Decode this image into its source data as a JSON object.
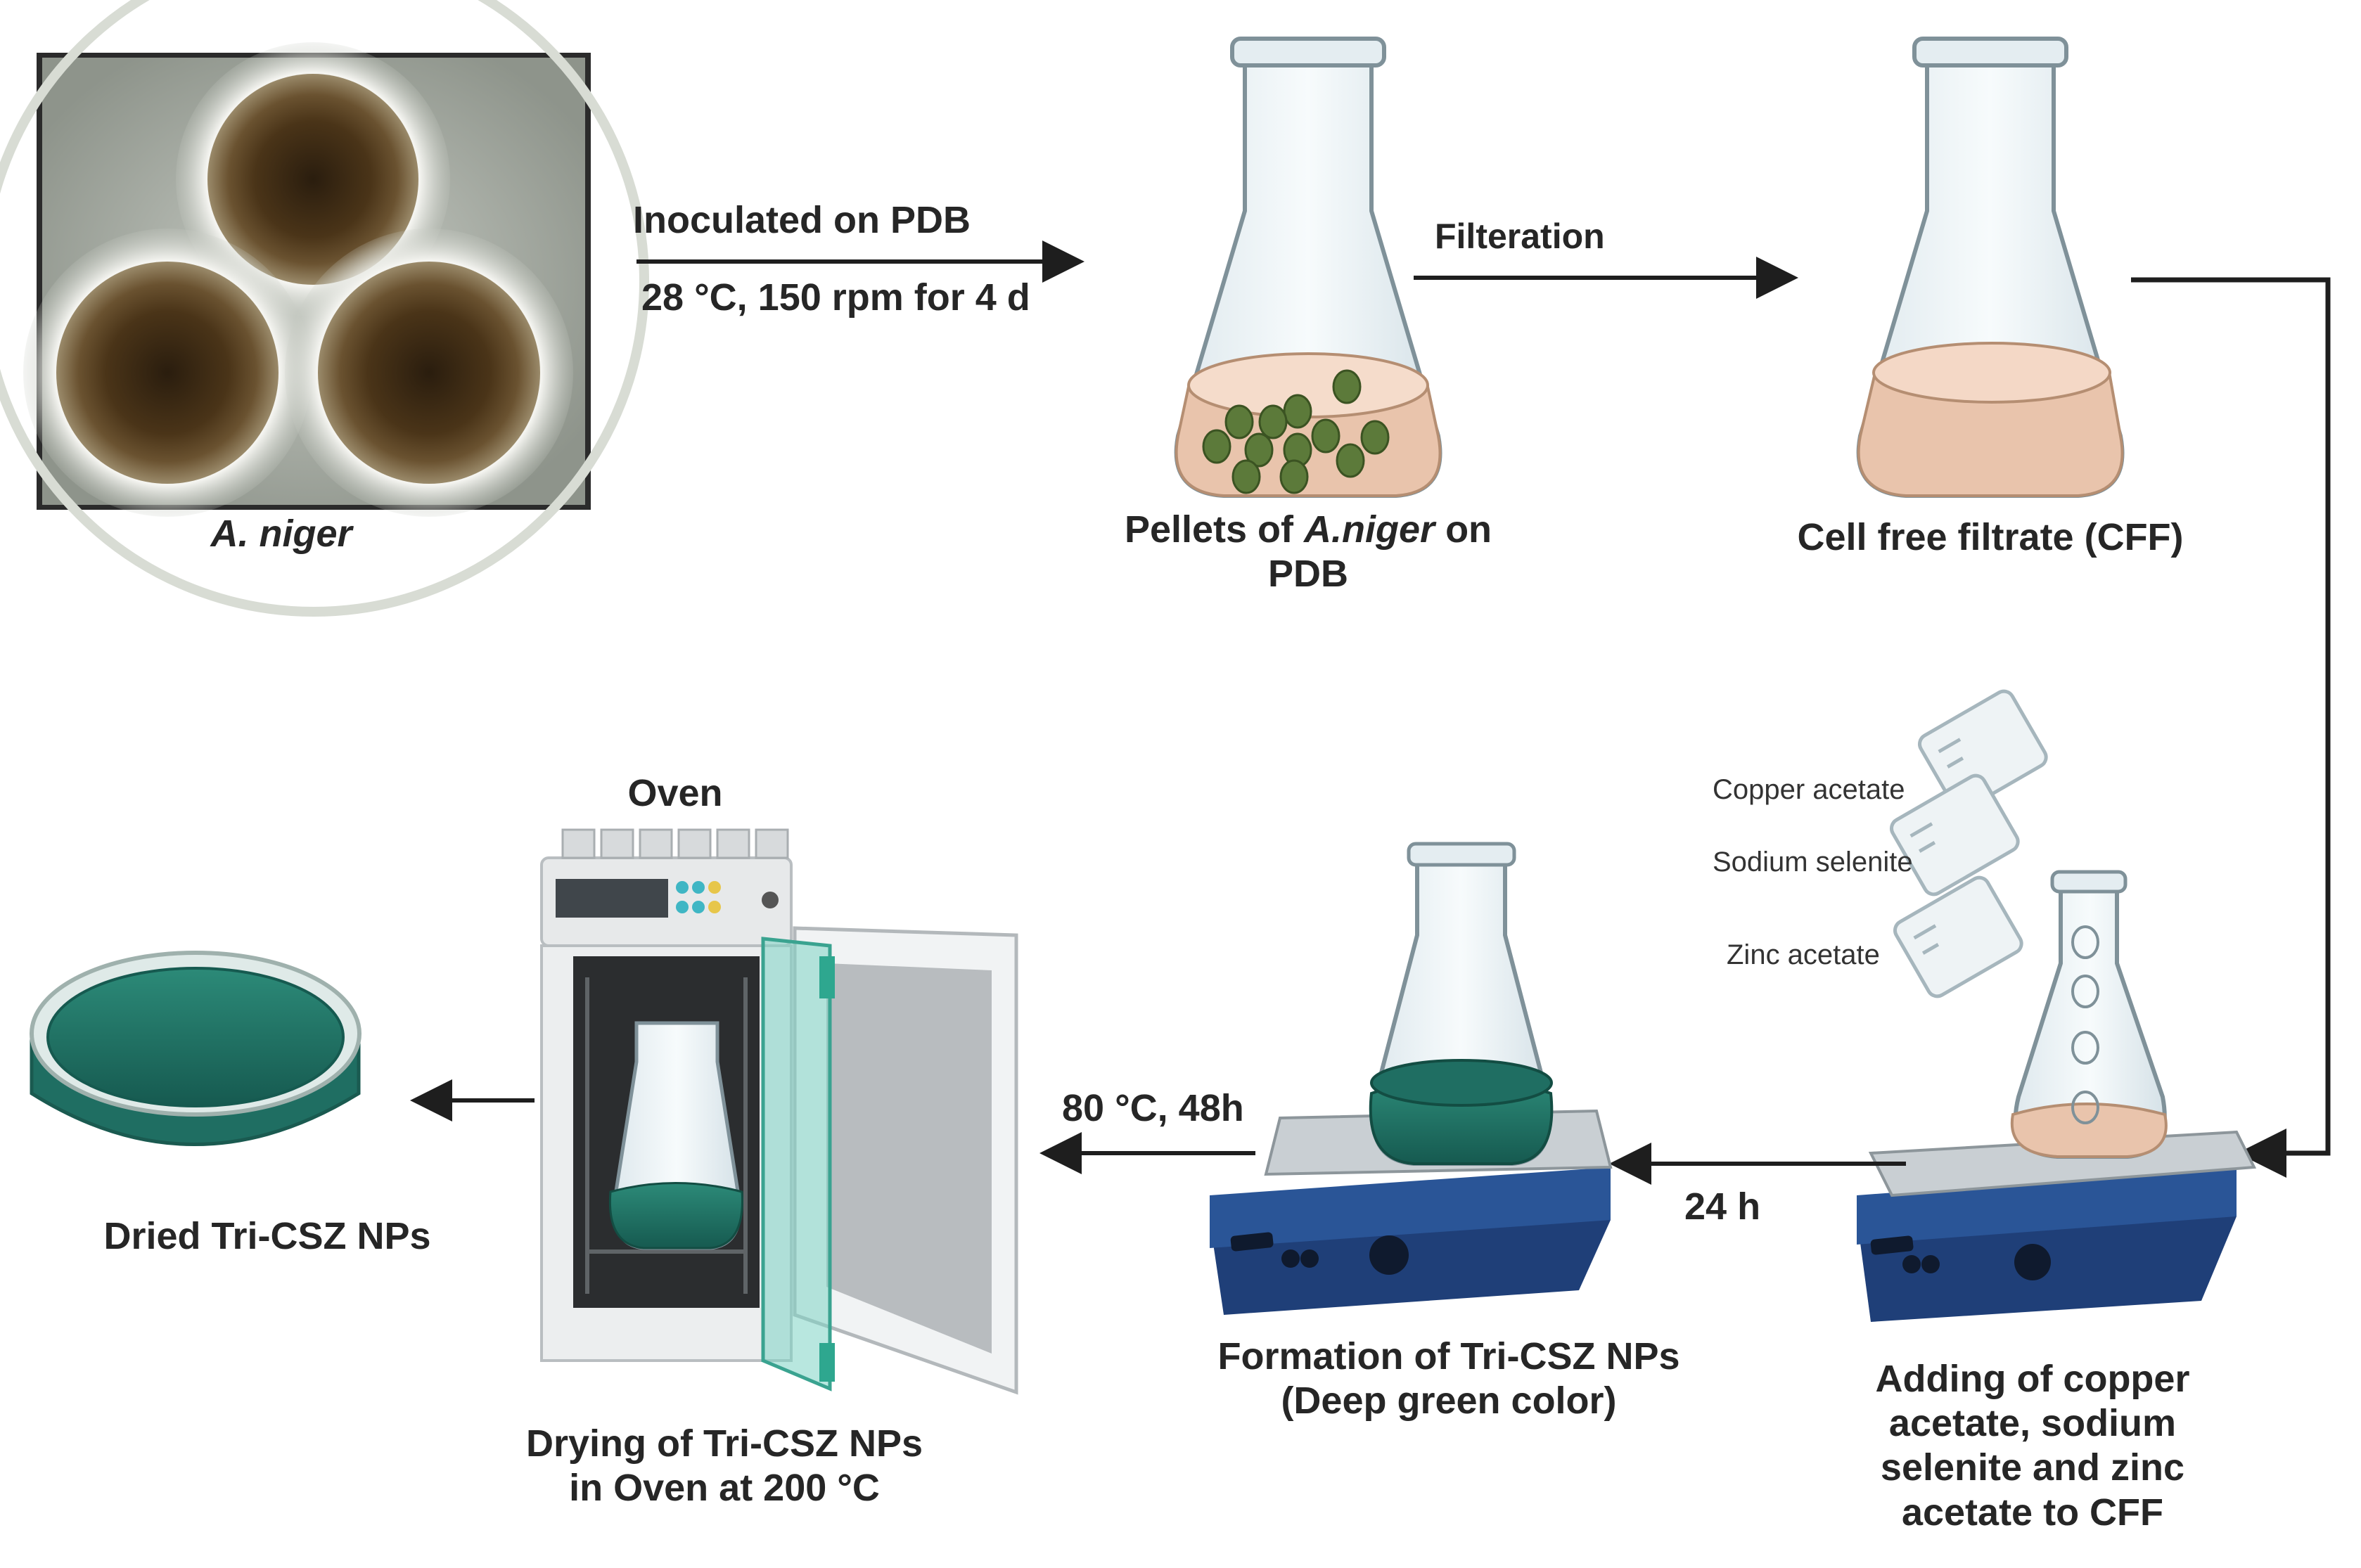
{
  "steps": {
    "plate": {
      "caption": "A. niger"
    },
    "arrow1": {
      "top": "Inoculated on  PDB",
      "bottom": "28 °C, 150 rpm for 4 d"
    },
    "pellets": {
      "pre": "Pellets of ",
      "species": "A.niger",
      "post": " on",
      "line2": "PDB"
    },
    "arrow2": {
      "label": "Filteration"
    },
    "cff": {
      "caption": "Cell free filtrate (CFF)"
    },
    "reagents": {
      "copper": "Copper acetate",
      "sodium": "Sodium selenite",
      "zinc": "Zinc acetate"
    },
    "adding": {
      "line1": "Adding of copper",
      "line2": "acetate, sodium",
      "line3": "selenite and zinc",
      "line4": "acetate to CFF"
    },
    "arrow3": {
      "label": "24 h"
    },
    "formation": {
      "line1": "Formation of Tri-CSZ NPs",
      "line2": "(Deep green color)"
    },
    "arrow4": {
      "label": "80 °C, 48h"
    },
    "oven": {
      "title": "Oven",
      "line1": "Drying of Tri-CSZ NPs",
      "line2": "in Oven at 200 °C"
    },
    "dried": {
      "caption": "Dried Tri-CSZ NPs"
    }
  },
  "colors": {
    "arrow": "#1e1e1e",
    "media": "#e9c4ac",
    "pellet": "#5c7a3a",
    "nanoparticle": "#1e6f62",
    "stirrer": "#244a86",
    "glass": "#eaf2f6"
  }
}
